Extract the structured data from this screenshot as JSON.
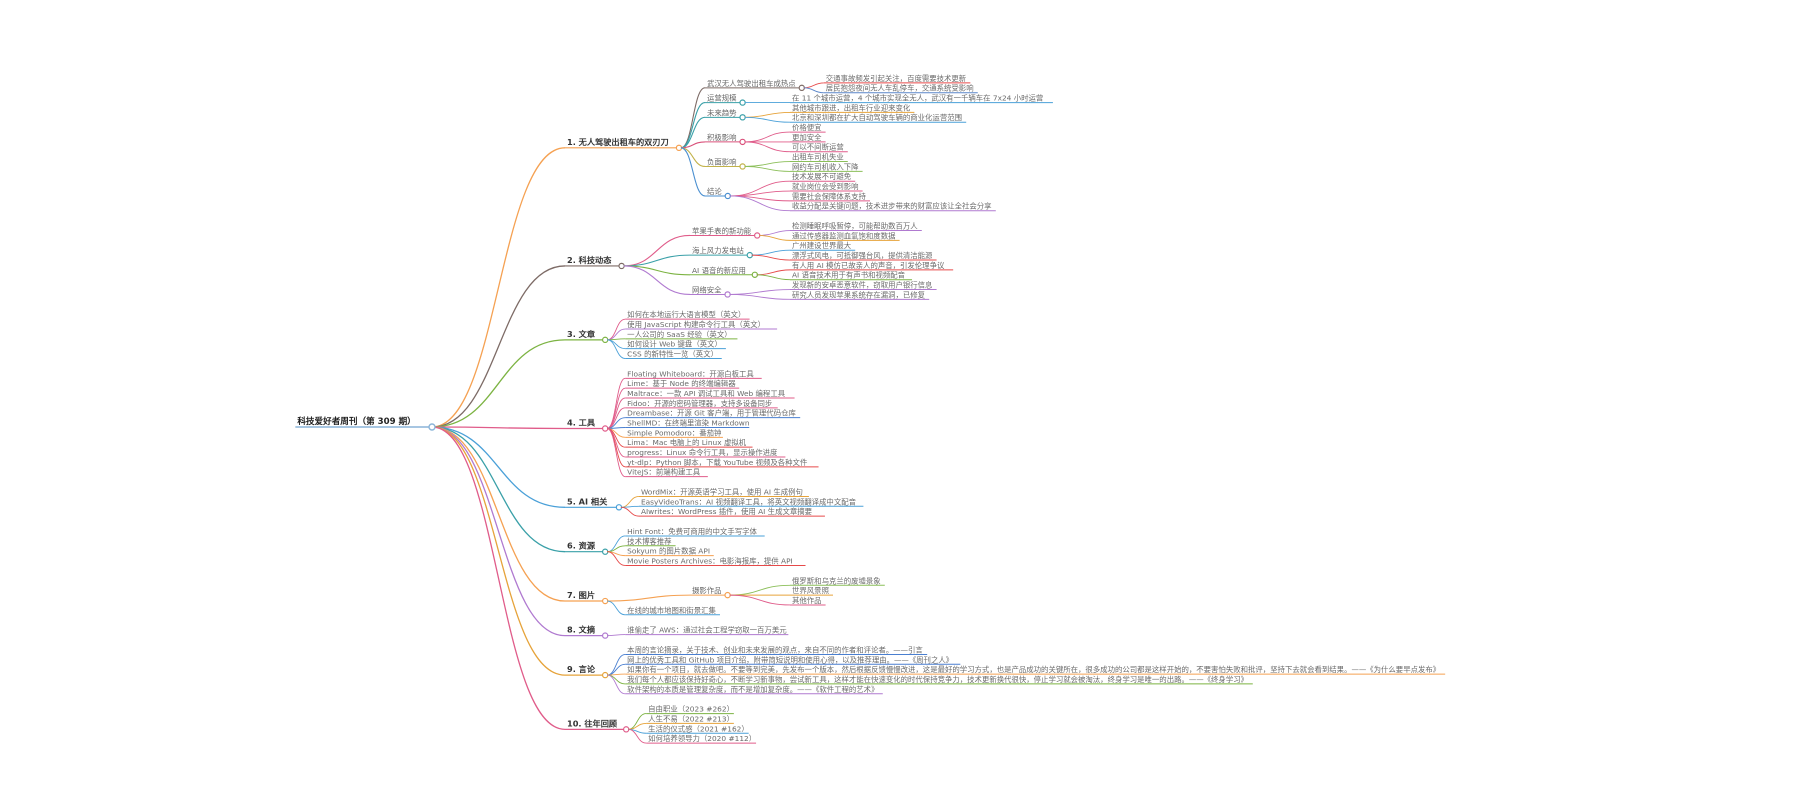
{
  "root": {
    "label": "科技爱好者周刊（第 309 期）"
  },
  "sections": [
    {
      "label": "1. 无人驾驶出租车的双刃刀",
      "color": "#f5a152",
      "groups": [
        {
          "label": "武汉无人驾驶出租车成热点",
          "color": "#7d6b66",
          "items": [
            {
              "label": "交通事故频发引起关注，百度需要技术更新",
              "color": "#e64a4a"
            },
            {
              "label": "居民抱怨夜间无人车乱停车，交通系统受影响",
              "color": "#5a86c9"
            }
          ]
        },
        {
          "label": "运营规模",
          "color": "#3aa0a8",
          "items": [
            {
              "label": "在 11 个城市运营，4 个城市实现全无人，武汉有一千辆车在 7x24 小时运营",
              "color": "#4aa0d8"
            }
          ]
        },
        {
          "label": "未来趋势",
          "color": "#3aa0a8",
          "items": [
            {
              "label": "其他城市跟进，出租车行业迎来变化",
              "color": "#e6a33a"
            },
            {
              "label": "北京和深圳都在扩大自动驾驶车辆的商业化运营范围",
              "color": "#4aa0d8"
            }
          ]
        },
        {
          "label": "积极影响",
          "color": "#d9507a",
          "items": [
            {
              "label": "价格便宜",
              "color": "#e05c8a"
            },
            {
              "label": "更加安全",
              "color": "#e05c8a"
            },
            {
              "label": "可以不间断运营",
              "color": "#e05c8a"
            }
          ]
        },
        {
          "label": "负面影响",
          "color": "#c2b24a",
          "items": [
            {
              "label": "出租车司机失业",
              "color": "#8cbf5a"
            },
            {
              "label": "网约车司机收入下降",
              "color": "#8cbf5a"
            }
          ]
        },
        {
          "label": "结论",
          "color": "#4a8fd0",
          "items": [
            {
              "label": "技术发展不可避免",
              "color": "#e05c8a"
            },
            {
              "label": "就业岗位会受到影响",
              "color": "#e05c8a"
            },
            {
              "label": "需要社会保障体系支持",
              "color": "#e05c8a"
            },
            {
              "label": "收益分配是关键问题，技术进步带来的财富应该让全社会分享",
              "color": "#b07ad0"
            }
          ]
        }
      ]
    },
    {
      "label": "2. 科技动态",
      "color": "#7d6b66",
      "groups": [
        {
          "label": "苹果手表的新功能",
          "color": "#e05c8a",
          "items": [
            {
              "label": "检测睡眠呼吸暂停，可能帮助数百万人",
              "color": "#b07ad0"
            },
            {
              "label": "通过传感器监测血氧饱和度数据",
              "color": "#e6a33a"
            }
          ]
        },
        {
          "label": "海上风力发电站",
          "color": "#3aa0a8",
          "items": [
            {
              "label": "广州建设世界最大",
              "color": "#4aa0d8"
            },
            {
              "label": "漂浮式风电，可抵御强台风，提供清洁能源",
              "color": "#e64a4a"
            }
          ]
        },
        {
          "label": "AI 语音的新应用",
          "color": "#7cb342",
          "items": [
            {
              "label": "有人用 AI 模仿已故亲人的声音，引发伦理争议",
              "color": "#e64a4a"
            },
            {
              "label": "AI 语音技术用于有声书和视频配音",
              "color": "#7cb342"
            }
          ]
        },
        {
          "label": "网络安全",
          "color": "#b07ad0",
          "items": [
            {
              "label": "发现新的安卓恶意软件，窃取用户银行信息",
              "color": "#b07ad0"
            },
            {
              "label": "研究人员发现苹果系统存在漏洞，已修复",
              "color": "#b07ad0"
            }
          ]
        }
      ]
    },
    {
      "label": "3. 文章",
      "color": "#7cb342",
      "items": [
        {
          "label": "如何在本地运行大语言模型（英文）",
          "color": "#e05c8a"
        },
        {
          "label": "使用 JavaScript 构建命令行工具（英文）",
          "color": "#b07ad0"
        },
        {
          "label": "一人公司的 SaaS 经验（英文）",
          "color": "#7cb342"
        },
        {
          "label": "如何设计 Web 键盘（英文）",
          "color": "#4aa0d8"
        },
        {
          "label": "CSS 的新特性一览（英文）",
          "color": "#4aa0d8"
        }
      ]
    },
    {
      "label": "4. 工具",
      "color": "#e05c8a",
      "items": [
        {
          "label": "Floating Whiteboard：开源白板工具",
          "color": "#e05c8a"
        },
        {
          "label": "Lime：基于 Node 的终端编辑器",
          "color": "#e05c8a"
        },
        {
          "label": "Maltrace：一款 API 调试工具和 Web 编程工具",
          "color": "#e05c8a"
        },
        {
          "label": "Fidoo：开源的密码管理器，支持多设备同步",
          "color": "#e05c8a"
        },
        {
          "label": "Dreambase：开源 Git 客户端，用于管理代码仓库",
          "color": "#4a7fd0"
        },
        {
          "label": "ShellMD：在终端里渲染 Markdown",
          "color": "#4a7fd0"
        },
        {
          "label": "Simple Pomodoro：番茄钟",
          "color": "#f5a152"
        },
        {
          "label": "Lima：Mac 电脑上的 Linux 虚拟机",
          "color": "#e64a4a"
        },
        {
          "label": "progress：Linux 命令行工具，显示操作进度",
          "color": "#e05c8a"
        },
        {
          "label": "yt-dlp：Python 脚本，下载 YouTube 视频及各种文件",
          "color": "#e64a4a"
        },
        {
          "label": "ViteJS：前端构建工具",
          "color": "#e05c8a"
        }
      ]
    },
    {
      "label": "5. AI 相关",
      "color": "#4aa0d8",
      "items": [
        {
          "label": "WordMix：开源英语学习工具，使用 AI 生成例句",
          "color": "#e6a33a"
        },
        {
          "label": "EasyVideoTrans：AI 视频翻译工具，将英文视频翻译成中文配音",
          "color": "#4aa0d8"
        },
        {
          "label": "AIwrites：WordPress 插件，使用 AI 生成文章摘要",
          "color": "#e64a4a"
        }
      ]
    },
    {
      "label": "6. 资源",
      "color": "#3aa0a8",
      "items": [
        {
          "label": "Hint Font：免费可商用的中文手写字体",
          "color": "#4aa0d8"
        },
        {
          "label": "技术博客推荐",
          "color": "#7cb342"
        },
        {
          "label": "Sokyum 的图片数据 API",
          "color": "#f5a152"
        },
        {
          "label": "Movie Posters Archives：电影海报库，提供 API",
          "color": "#e64a4a"
        }
      ]
    },
    {
      "label": "7. 图片",
      "color": "#f5a152",
      "groups": [
        {
          "label": "摄影作品",
          "color": "#f5a152",
          "items": [
            {
              "label": "俄罗斯和乌克兰的废墟景象",
              "color": "#8cbf5a"
            },
            {
              "label": "世界风景照",
              "color": "#e6a33a"
            },
            {
              "label": "其他作品",
              "color": "#e05c8a"
            }
          ]
        }
      ],
      "items": [
        {
          "label": "在线的城市地图和街景汇集",
          "color": "#4aa0d8"
        }
      ]
    },
    {
      "label": "8. 文摘",
      "color": "#b07ad0",
      "items": [
        {
          "label": "谁偷走了 AWS：通过社会工程学窃取一百万美元",
          "color": "#b07ad0"
        }
      ]
    },
    {
      "label": "9. 言论",
      "color": "#e6a33a",
      "items": [
        {
          "label": "本周的言论摘录，关于技术、创业和未来发展的观点，来自不同的作者和评论者。——引言",
          "color": "#4a7fd0"
        },
        {
          "label": "网上的优秀工具和 GitHub 项目介绍，附带简短说明和使用心得，以及推荐理由。——《周刊之人》",
          "color": "#4a7fd0"
        },
        {
          "label": "如果你有一个项目，就去做吧。不要等到完美，先发布一个版本，然后根据反馈慢慢改进，这是最好的学习方式，也是产品成功的关键所在，很多成功的公司都是这样开始的，不要害怕失败和批评，坚持下去就会看到结果。——《为什么要早点发布》",
          "color": "#f5a152"
        },
        {
          "label": "我们每个人都应该保持好奇心，不断学习新事物，尝试新工具，这样才能在快速变化的时代保持竞争力，技术更新换代很快，停止学习就会被淘汰，终身学习是唯一的出路。——《终身学习》",
          "color": "#7cb342"
        },
        {
          "label": "软件架构的本质是管理复杂度，而不是增加复杂度。——《软件工程的艺术》",
          "color": "#b07ad0"
        }
      ]
    },
    {
      "label": "10. 往年回顾",
      "color": "#e05c8a",
      "items": [
        {
          "label": "自由职业（2023 #262）",
          "color": "#7cb342"
        },
        {
          "label": "人生不易（2022 #213）",
          "color": "#e6a33a"
        },
        {
          "label": "生活的仪式感（2021 #162）",
          "color": "#4aa0d8"
        },
        {
          "label": "如何培养领导力（2020 #112）",
          "color": "#e05c8a"
        }
      ]
    }
  ]
}
